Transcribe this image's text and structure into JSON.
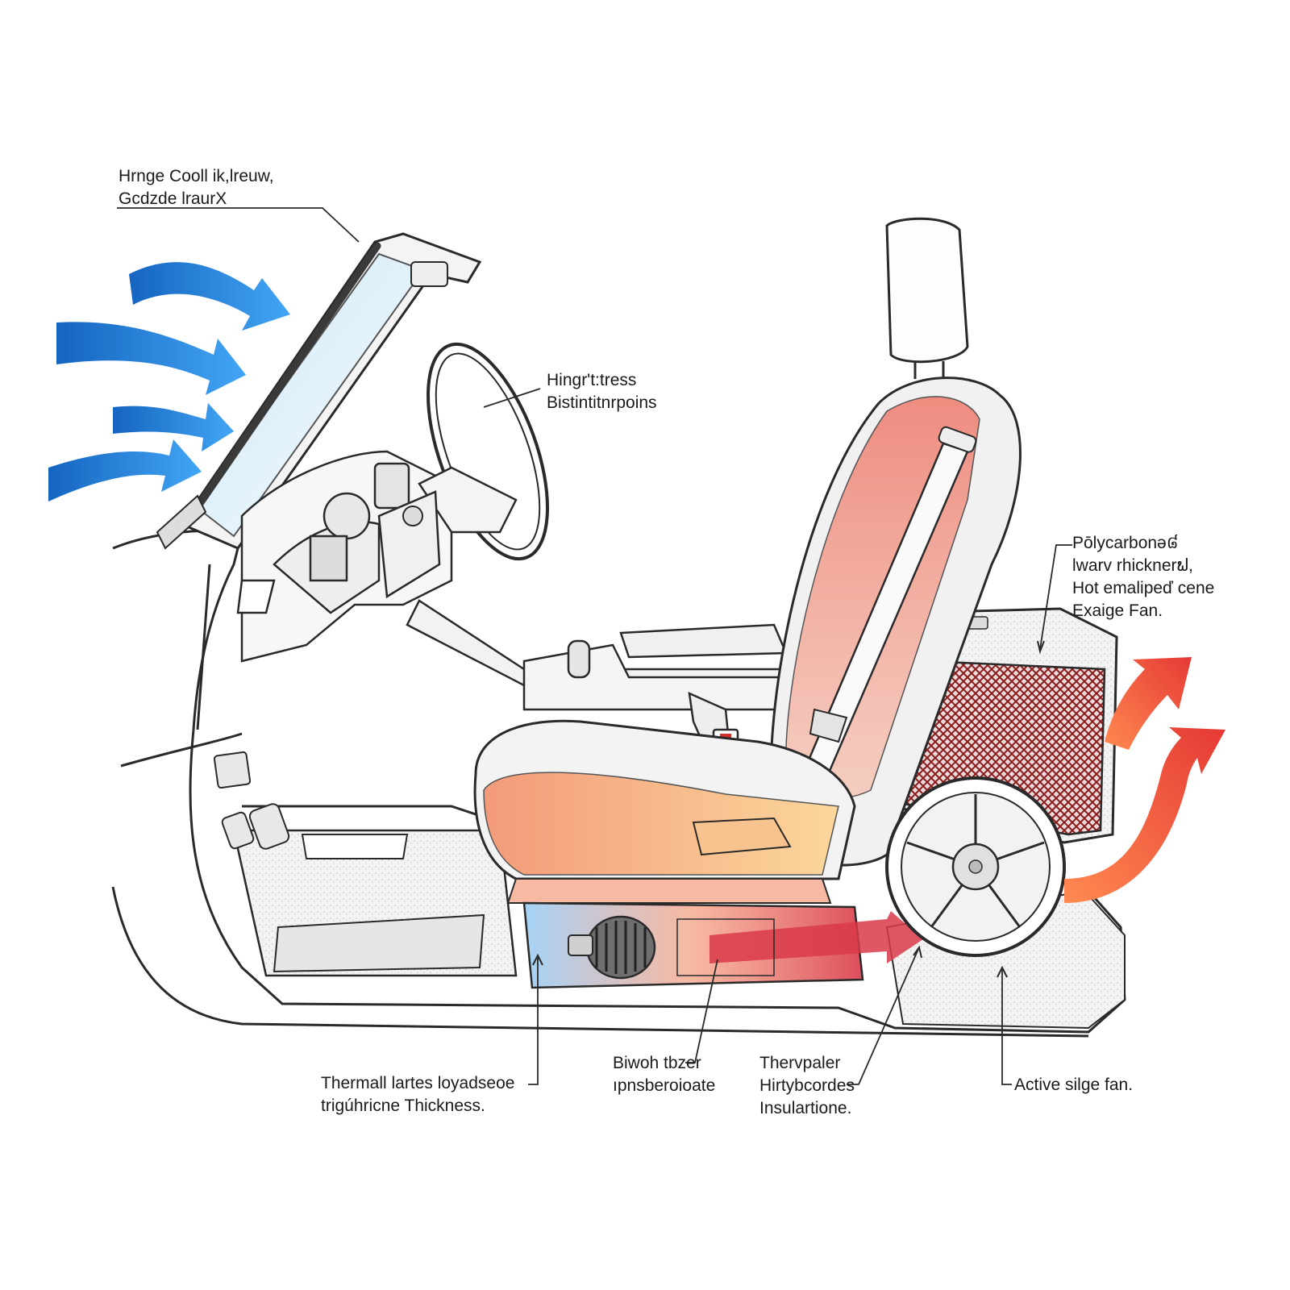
{
  "callouts": {
    "hinge_cooling": {
      "line1": "Hrnge Cooll ik,lreuw,",
      "line2": "Gcdzde lraurX"
    },
    "hinge_stress": {
      "line1": "Hingr't:tress",
      "line2": "Bistintitnrpoins"
    },
    "polycarbonate": {
      "line1": "Pōlycarbonə៨",
      "line2": "lwarv rhicknerຟ,",
      "line3": "Hot emalipeď cene",
      "line4": "Exaige Fan."
    },
    "thermal_thickness": {
      "line1": "Thermall lartes loyadseoe",
      "line2": "trigúhricne Thickness."
    },
    "brush_fiber": {
      "line1": "Biwoh tbzer",
      "line2": "ıpnsberoioate"
    },
    "thermal_insulation": {
      "line1": "Thervpaler",
      "line2": "Hirtybcordes",
      "line3": "Insulartione."
    },
    "active_fan": {
      "line1": "Active silge fan."
    }
  },
  "colors": {
    "cool_airflow": "#1e88e5",
    "hot_airflow": "#e53935",
    "seat_heat": "#f4a07a",
    "outline": "#2a2a2a",
    "mesh": "#8b1a1a"
  },
  "icons": {
    "airflow_in": "blue-arrow-icon",
    "airflow_out": "red-arrow-icon",
    "wheel": "wheel-icon",
    "fan": "fan-icon"
  }
}
